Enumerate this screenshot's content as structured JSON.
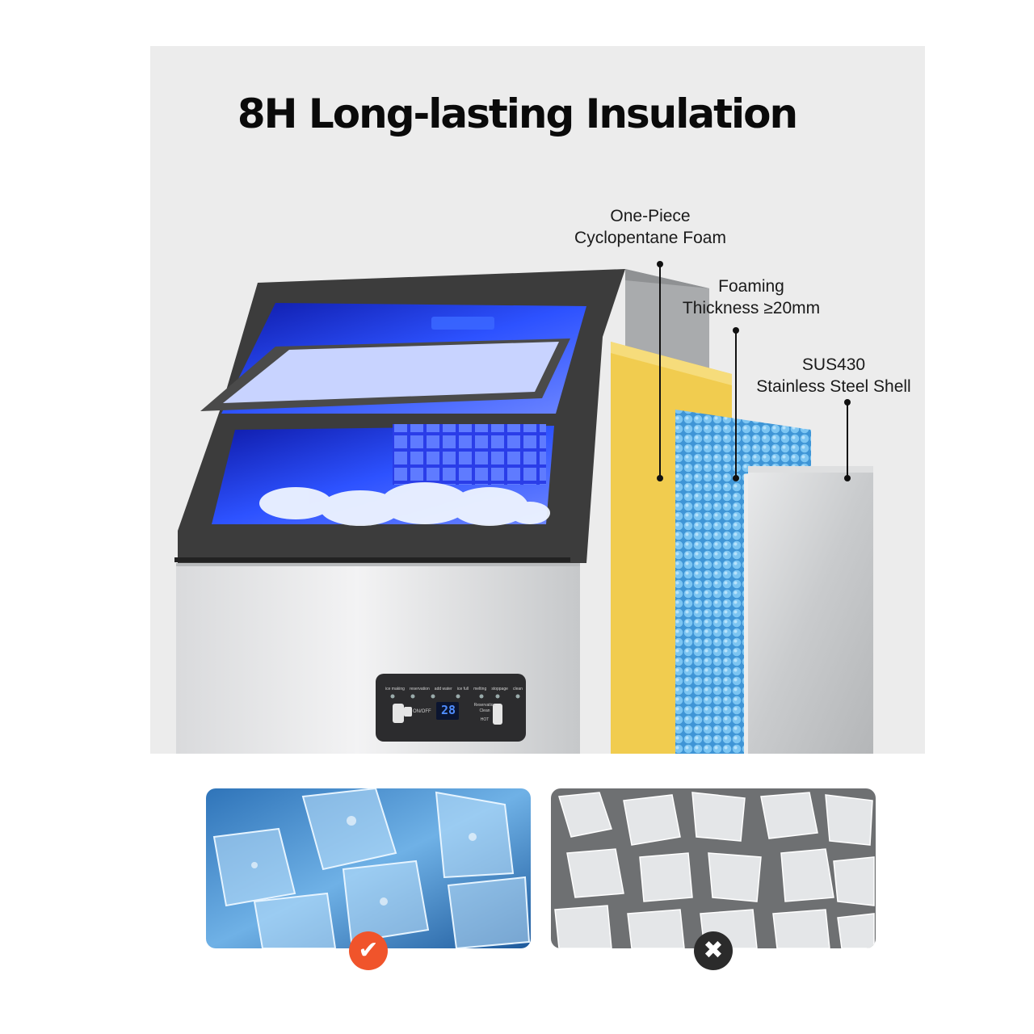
{
  "title": "8H Long-lasting Insulation",
  "callouts": [
    {
      "line1": "One-Piece",
      "line2": "Cyclopentane Foam"
    },
    {
      "line1": "Foaming",
      "line2": "Thickness ≥20mm"
    },
    {
      "line1": "SUS430",
      "line2": "Stainless Steel Shell"
    }
  ],
  "control_panel": {
    "indicators": [
      "ice making",
      "reservation",
      "add water",
      "ice full",
      "melting",
      "stoppage",
      "clean"
    ],
    "display": "28",
    "power_label": "ON/OFF",
    "right_label_1": "Reservation",
    "right_label_2": "Clean",
    "right_label_3": "HOT"
  },
  "comparison": {
    "good_icon": "checkmark-icon",
    "bad_icon": "cross-icon",
    "good_color": "#f0542b",
    "bad_color": "#2b2b2b"
  },
  "colors": {
    "foam_yellow": "#f1cc4f",
    "texture_blue": "#5aaee0",
    "steel": "#cfd1d3",
    "housing_dark": "#3a3a3a",
    "led_blue": "#1f3cff"
  }
}
